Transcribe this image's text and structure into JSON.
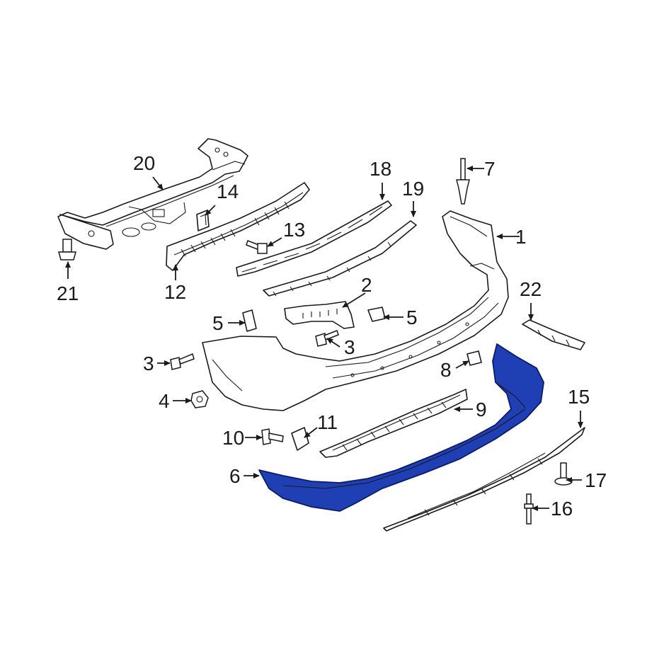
{
  "highlight_color": "#1f3fb5",
  "callouts": [
    {
      "key": "c1",
      "text": "1"
    },
    {
      "key": "c2",
      "text": "2"
    },
    {
      "key": "c3a",
      "text": "3"
    },
    {
      "key": "c3b",
      "text": "3"
    },
    {
      "key": "c4",
      "text": "4"
    },
    {
      "key": "c5a",
      "text": "5"
    },
    {
      "key": "c5b",
      "text": "5"
    },
    {
      "key": "c6",
      "text": "6"
    },
    {
      "key": "c7",
      "text": "7"
    },
    {
      "key": "c8",
      "text": "8"
    },
    {
      "key": "c9",
      "text": "9"
    },
    {
      "key": "c10",
      "text": "10"
    },
    {
      "key": "c11",
      "text": "11"
    },
    {
      "key": "c12",
      "text": "12"
    },
    {
      "key": "c13",
      "text": "13"
    },
    {
      "key": "c14",
      "text": "14"
    },
    {
      "key": "c15",
      "text": "15"
    },
    {
      "key": "c16",
      "text": "16"
    },
    {
      "key": "c17",
      "text": "17"
    },
    {
      "key": "c18",
      "text": "18"
    },
    {
      "key": "c19",
      "text": "19"
    },
    {
      "key": "c20",
      "text": "20"
    },
    {
      "key": "c21",
      "text": "21"
    },
    {
      "key": "c22",
      "text": "22"
    }
  ]
}
